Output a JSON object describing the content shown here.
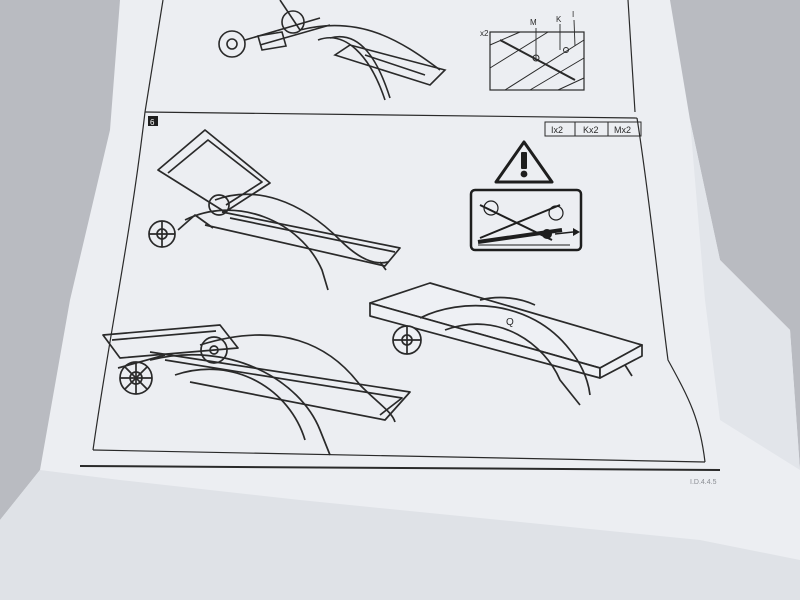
{
  "step": {
    "number": "6",
    "parts": [
      {
        "label": "Ix2"
      },
      {
        "label": "Kx2"
      },
      {
        "label": "Mx2"
      }
    ]
  },
  "detail_top": {
    "quantity": "x2",
    "callouts": [
      "M",
      "K",
      "I"
    ]
  },
  "cushion_label": "Q",
  "page_footer": "I.D.4.4.5",
  "colors": {
    "ink": "#2a2a2a",
    "paper": "#eef0f4",
    "paper_shadow": "#d5d8de",
    "background": "#b9bbc1"
  },
  "icons": [
    "warning-triangle-icon",
    "tip-over-warning-icon"
  ]
}
